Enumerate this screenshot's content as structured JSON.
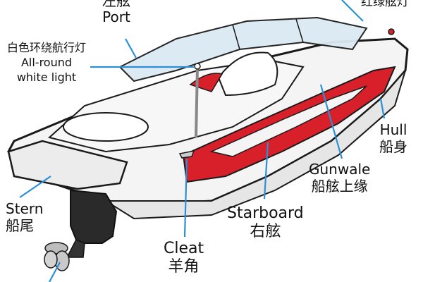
{
  "labels": {
    "port": {
      "zh": "左舷",
      "en": "Port"
    },
    "running_lights": {
      "zh": "红绿舷灯"
    },
    "allround_light": {
      "zh": "白色环绕航行灯",
      "en_line1": "All-round",
      "en_line2": "white light"
    },
    "hull": {
      "en": "Hull",
      "zh": "船身"
    },
    "gunwale": {
      "en": "Gunwale",
      "zh": "船舷上缘"
    },
    "stern": {
      "en": "Stern",
      "zh": "船尾"
    },
    "starboard": {
      "en": "Starboard",
      "zh": "右舷"
    },
    "cleat": {
      "en": "Cleat",
      "zh": "羊角"
    }
  },
  "colors": {
    "leader_line": "#2b8fd6",
    "hull_red": "#d8202a",
    "outline": "#1a1a1a",
    "glass": "#dbe9f3",
    "deck": "#f2f2f2",
    "motor": "#2a2a2a"
  }
}
